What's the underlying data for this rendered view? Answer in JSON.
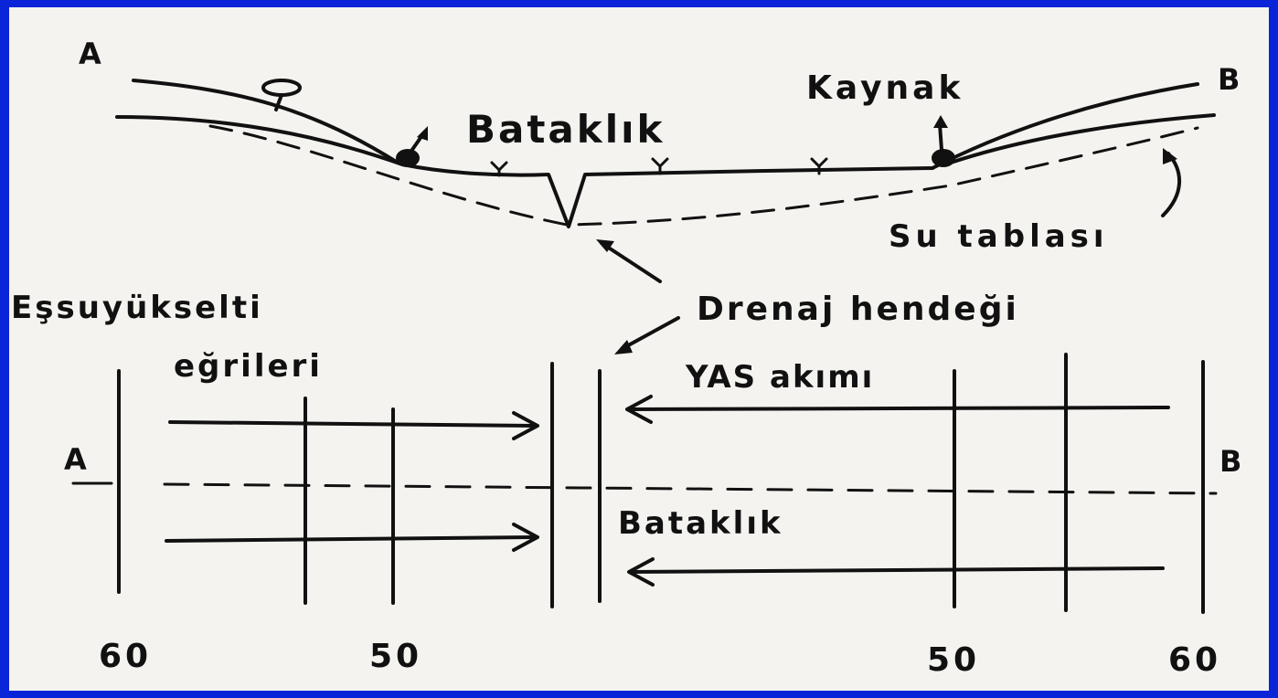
{
  "cross_section": {
    "point_a": "A",
    "point_b": "B",
    "spring_label": "Kaynak",
    "marsh_label": "Bataklık",
    "water_table_label": "Su tablası",
    "ditch_label": "Drenaj hendeği"
  },
  "plan_view": {
    "point_a": "A",
    "point_b": "B",
    "contour_label_line1": "Eşsuyükselti",
    "contour_label_line2": "eğrileri",
    "flow_label": "YAS akımı",
    "marsh_label": "Bataklık",
    "contour_values": [
      "60",
      "50",
      "50",
      "60"
    ]
  },
  "colors": {
    "frame": "#0a24d8",
    "paper": "#f4f3ef",
    "ink": "#111111"
  }
}
